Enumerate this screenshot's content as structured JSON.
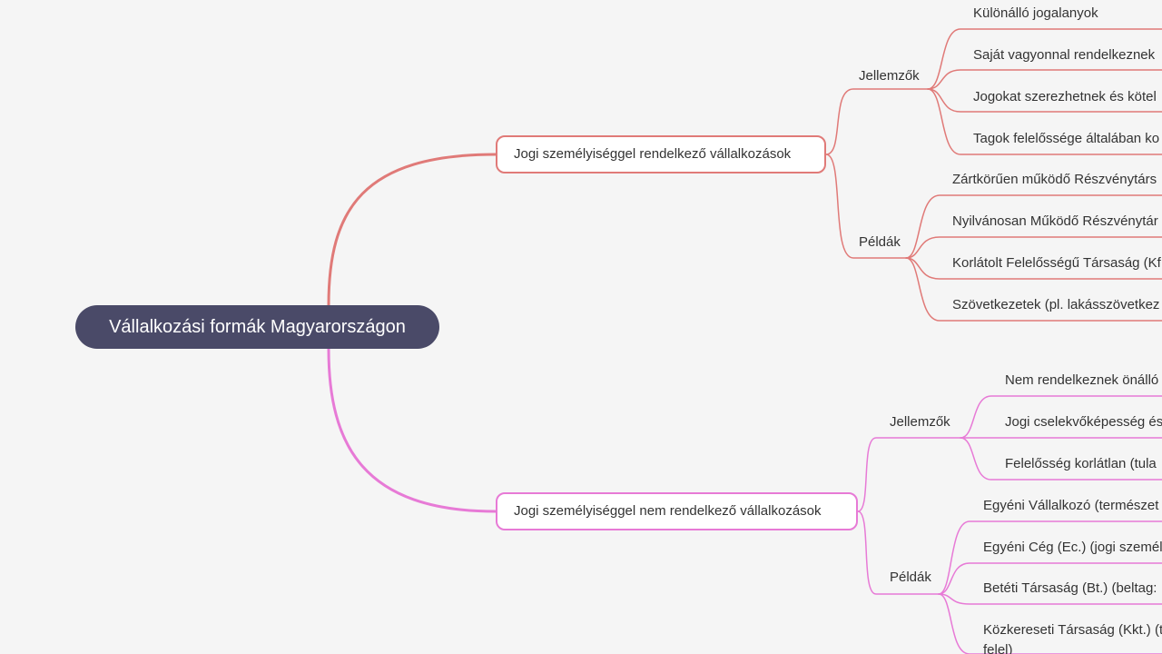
{
  "mindmap": {
    "root": {
      "label": "Vállalkozási formák Magyarországon",
      "color": "#4a4a68"
    },
    "branches": [
      {
        "label": "Jogi személyiséggel rendelkező vállalkozások",
        "color": "#e07a78",
        "groups": [
          {
            "label": "Jellemzők",
            "leaves": [
              "Különálló jogalanyok",
              "Saját vagyonnal rendelkeznek",
              "Jogokat szerezhetnek és kötel",
              "Tagok felelőssége általában ko"
            ]
          },
          {
            "label": "Példák",
            "leaves": [
              "Zártkörűen működő Részvénytárs",
              "Nyilvánosan Működő Részvénytár",
              "Korlátolt Felelősségű Társaság (Kf",
              "Szövetkezetek (pl. lakásszövetkez"
            ]
          }
        ]
      },
      {
        "label": "Jogi személyiséggel nem rendelkező vállalkozások",
        "color": "#e77ad6",
        "groups": [
          {
            "label": "Jellemzők",
            "leaves": [
              "Nem rendelkeznek önálló",
              "Jogi cselekvőképesség és",
              "Felelősség korlátlan (tula"
            ]
          },
          {
            "label": "Példák",
            "leaves": [
              "Egyéni Vállalkozó (természet",
              "Egyéni Cég (Ec.) (jogi személ",
              "Betéti Társaság (Bt.) (beltag:",
              "Közkereseti Társaság (Kkt.) (t felel)"
            ]
          }
        ]
      }
    ]
  }
}
